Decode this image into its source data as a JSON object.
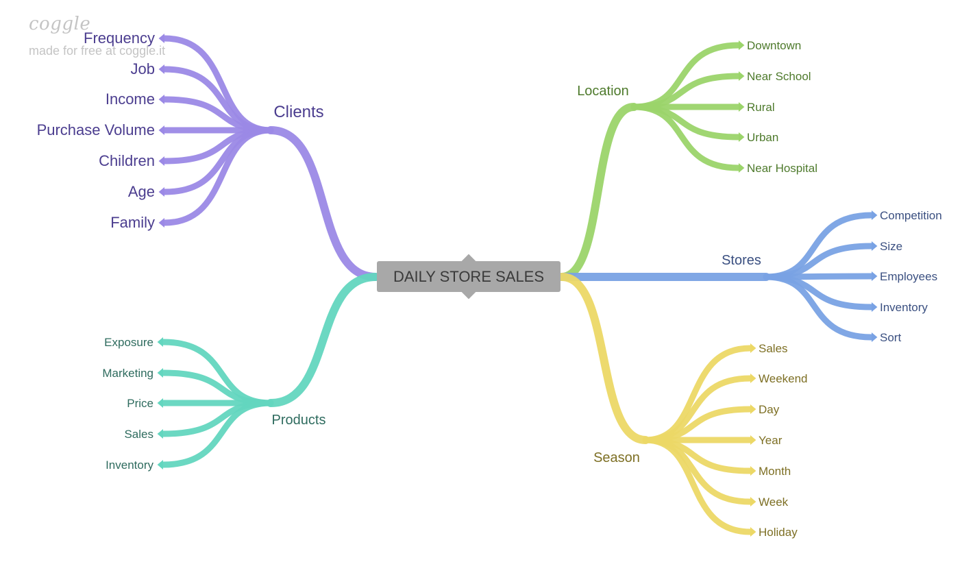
{
  "watermark": {
    "logo": "coggle",
    "text": "made for free at coggle.it"
  },
  "root": {
    "label": "DAILY STORE SALES"
  },
  "branches": [
    {
      "label": "Clients",
      "color": "#9b89e6",
      "text_color": "#4b3d8f",
      "children": [
        "Frequency",
        "Job",
        "Income",
        "Purchase Volume",
        "Children",
        "Age",
        "Family"
      ]
    },
    {
      "label": "Products",
      "color": "#63d6bf",
      "text_color": "#2e6b5e",
      "children": [
        "Exposure",
        "Marketing",
        "Price",
        "Sales",
        "Inventory"
      ]
    },
    {
      "label": "Location",
      "color": "#9bd46a",
      "text_color": "#4e7a2c",
      "children": [
        "Downtown",
        "Near School",
        "Rural",
        "Urban",
        "Near Hospital"
      ]
    },
    {
      "label": "Stores",
      "color": "#79a2e4",
      "text_color": "#3a4f80",
      "children": [
        "Competition",
        "Size",
        "Employees",
        "Inventory",
        "Sort"
      ]
    },
    {
      "label": "Season",
      "color": "#ecd866",
      "text_color": "#7d6f24",
      "children": [
        "Sales",
        "Weekend",
        "Day",
        "Year",
        "Month",
        "Week",
        "Holiday"
      ]
    }
  ]
}
